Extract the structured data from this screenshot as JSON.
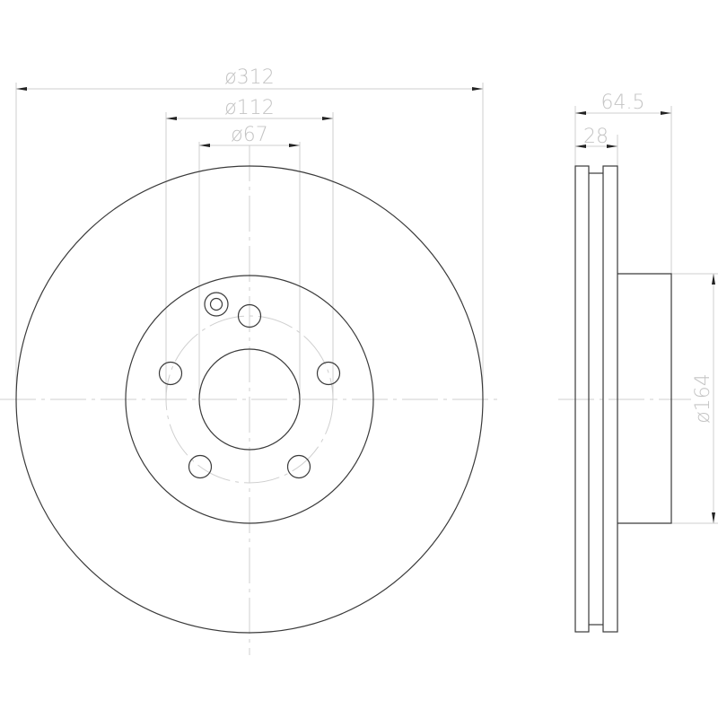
{
  "title": "Brake disc technical drawing",
  "colors": {
    "outline": "#3a3a3a",
    "dimension": "#c4c4c4",
    "arrow": "#222222",
    "background": "#ffffff"
  },
  "front_view": {
    "dimensions": {
      "outer_diameter": "ø312",
      "bolt_circle_diameter": "ø112",
      "center_bore_diameter": "ø67"
    },
    "bolt_holes": 5,
    "locating_hole": "threaded locating hole"
  },
  "side_view": {
    "dimensions": {
      "total_height": "64.5",
      "disc_thickness": "28",
      "hub_diameter": "ø164"
    },
    "type": "ventilated"
  }
}
